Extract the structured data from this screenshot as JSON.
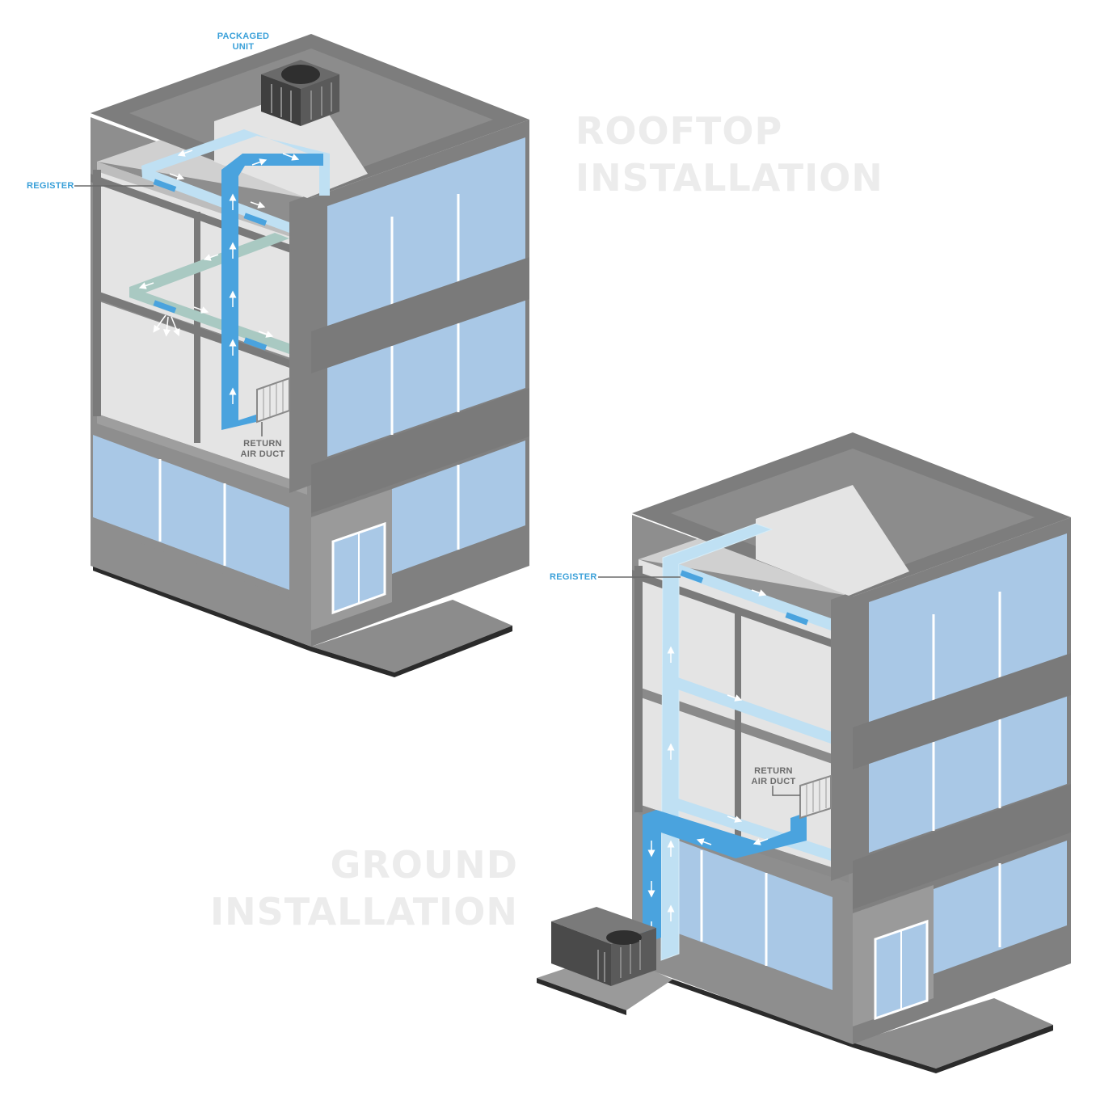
{
  "titles": {
    "rooftop": [
      "ROOFTOP",
      "INSTALLATION"
    ],
    "ground": [
      "GROUND",
      "INSTALLATION"
    ]
  },
  "labels": {
    "packaged_unit": [
      "PACKAGED",
      "UNIT"
    ],
    "register_top": "REGISTER",
    "return_top": [
      "RETURN",
      "AIR DUCT"
    ],
    "register_bottom": "REGISTER",
    "return_bottom": [
      "RETURN",
      "AIR DUCT"
    ]
  },
  "colors": {
    "roof_top": "#8a8a8a",
    "roof_dark": "#7c7c7c",
    "wall_grey": "#8f8f8f",
    "wall_dark": "#6e6e6e",
    "glass": "#a9c8e6",
    "interior": "#d9d9d9",
    "duct_supply": "#4aa3de",
    "duct_light": "#bfe0f3",
    "duct_green": "#a9c9c2",
    "label_blue": "#3aa0d9",
    "title_grey": "#ececec"
  }
}
